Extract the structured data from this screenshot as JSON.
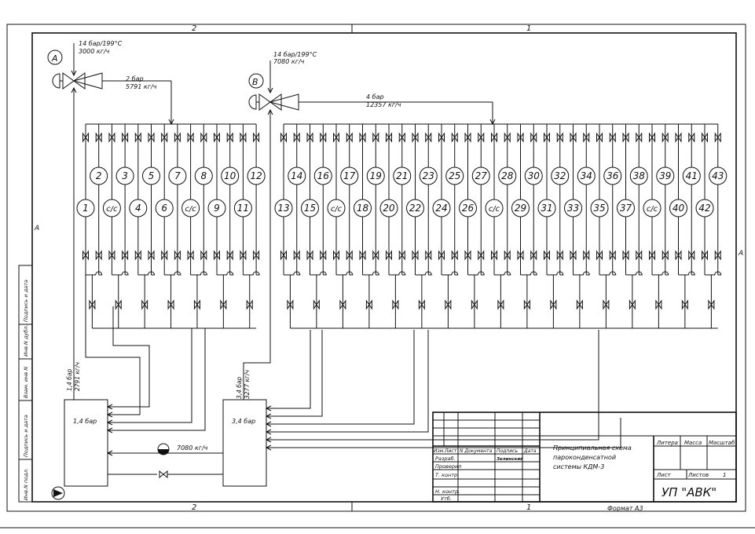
{
  "zone_labels": {
    "top_left": "2",
    "top_right": "1",
    "bottom_left": "2",
    "bottom_right": "1",
    "side_left": "A",
    "side_right": "A"
  },
  "left_strip": [
    "Инв.N подл.",
    "Подпись и дата",
    "Взам. инв N",
    "Инв.N дубл.",
    "Подпись и дата"
  ],
  "valve_a": {
    "label": "A",
    "supply": "14 бар/199°С",
    "supply_flow": "3000 кг/ч",
    "out_pressure": "2 бар",
    "out_flow": "5791 кг/ч"
  },
  "valve_b": {
    "label": "B",
    "supply": "14 бар/199°С",
    "supply_flow": "7080 кг/ч",
    "out_pressure": "4 бар",
    "out_flow": "12357 кг/ч"
  },
  "group1_top": [
    "2",
    "3",
    "5",
    "7",
    "8",
    "10",
    "12"
  ],
  "group1_bottom": [
    "1",
    "с/с",
    "4",
    "6",
    "с/с",
    "9",
    "11"
  ],
  "group2_top": [
    "14",
    "16",
    "17",
    "19",
    "21",
    "23",
    "25",
    "27",
    "28",
    "30",
    "32",
    "34",
    "36",
    "38",
    "39",
    "41",
    "43"
  ],
  "group2_bottom": [
    "13",
    "15",
    "с/с",
    "18",
    "20",
    "22",
    "24",
    "26",
    "с/с",
    "29",
    "31",
    "33",
    "35",
    "37",
    "с/с",
    "40",
    "42"
  ],
  "tank1": {
    "label": "1,4 бар",
    "riser_pressure": "1,4 бар",
    "riser_flow": "2791 кг/ч"
  },
  "tank2": {
    "label": "3,4 бар",
    "riser_pressure": "3,4 бар",
    "riser_flow": "3277 кг/ч"
  },
  "pump_flow": "7080 кг/ч",
  "title_block": {
    "title_line1": "Принципиальная схема",
    "title_line2": "пароконденсатной",
    "title_line3": "системы КДМ-3",
    "col_izm": "Изм.",
    "col_list": "Лист",
    "col_doc": "N Документа",
    "col_sign": "Подпись",
    "col_date": "Дата",
    "row_razrab": "Разраб.",
    "row_proveril": "Проверил",
    "row_tkontr": "Т. контр.",
    "row_nkontr": "Н. контр.",
    "row_utv": "Утб.",
    "signature": "Зелинский",
    "litera": "Литера",
    "massa": "Масса",
    "masshtab": "Масштаб",
    "list": "Лист",
    "listov": "Листов",
    "listov_value": "1",
    "org": "УП \"АВК\"",
    "format": "Формат А3"
  }
}
